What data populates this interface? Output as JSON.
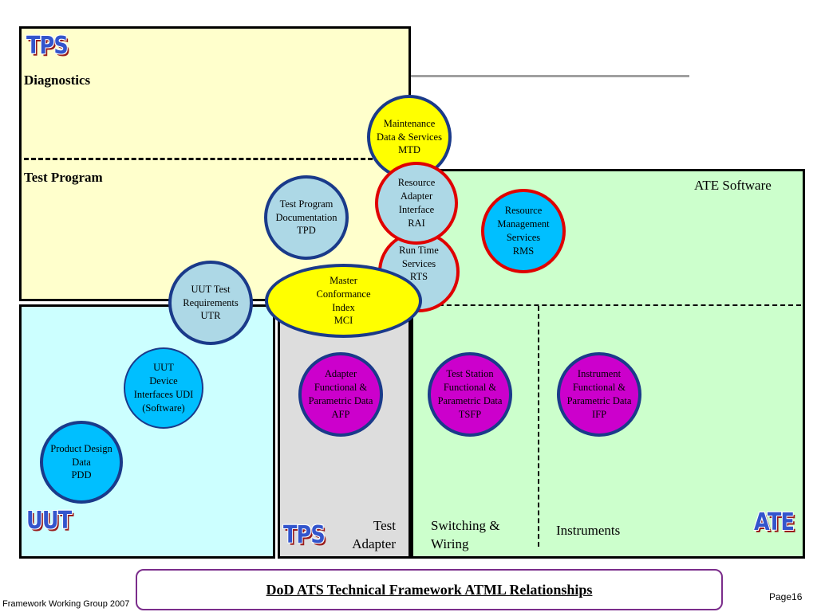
{
  "logos": {
    "tps_top": "TPS",
    "uut": "UUT",
    "tps_bottom": "TPS",
    "ate": "ATE"
  },
  "sections": {
    "diagnostics": "Diagnostics",
    "test_program": "Test Program",
    "ate_software": "ATE Software",
    "test_adapter": "Test\nAdapter",
    "switching_wiring": "Switching &\nWiring",
    "instruments": "Instruments"
  },
  "nodes": {
    "mtd": "Maintenance\nData & Services\nMTD",
    "rai": "Resource\nAdapter\nInterface\nRAI",
    "rts": "Run Time\nServices\nRTS",
    "rms": "Resource\nManagement\nServices\nRMS",
    "tpd": "Test Program\nDocumentation\nTPD",
    "utr": "UUT Test\nRequirements\nUTR",
    "mci": "Master\nConformance\nIndex\nMCI",
    "udi": "UUT\nDevice\nInterfaces UDI\n(Software)",
    "pdd": "Product Design\nData\nPDD",
    "afp": "Adapter\nFunctional &\nParametric Data\nAFP",
    "tsfp": "Test Station\nFunctional &\nParametric Data\nTSFP",
    "ifp": "Instrument\nFunctional &\nParametric Data\nIFP"
  },
  "footer": {
    "title": "DoD ATS Technical Framework ATML Relationships",
    "left": "Framework Working Group 2007",
    "page": "Page16"
  },
  "colors": {
    "tps_bg": "#ffffcc",
    "ate_bg": "#ccffcc",
    "uut_bg": "#ccffff",
    "adapter_bg": "#dddddd",
    "circle_light": "#add8e6",
    "circle_cyan": "#00bfff",
    "circle_magenta": "#cc00cc",
    "circle_yellow": "#ffff00",
    "footer_border": "#7b2d8b"
  }
}
